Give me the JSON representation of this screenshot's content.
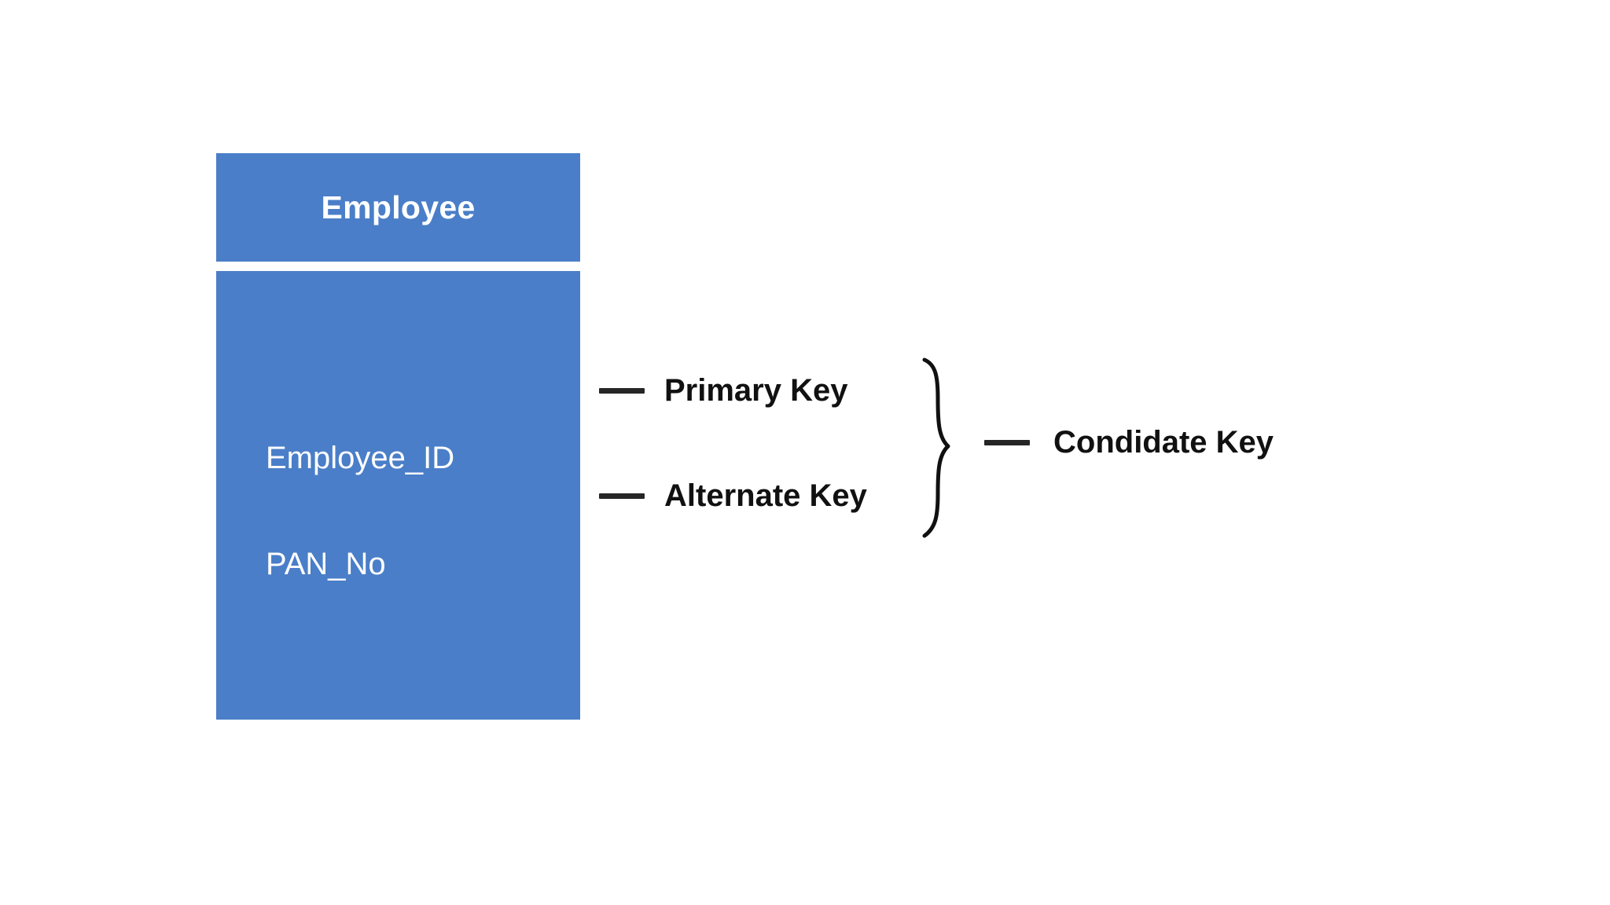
{
  "diagram": {
    "type": "database-key-diagram",
    "entity": {
      "name": "Employee",
      "attributes": [
        {
          "name": "Employee_ID"
        },
        {
          "name": "PAN_No"
        }
      ]
    },
    "annotations": [
      {
        "id": "primary",
        "label": "Primary Key",
        "connects_to": "Employee_ID"
      },
      {
        "id": "alternate",
        "label": "Alternate Key",
        "connects_to": "PAN_No"
      },
      {
        "id": "candidate",
        "label": "Condidate Key",
        "groups": [
          "primary",
          "alternate"
        ]
      }
    ],
    "grouping_brace": "right-curly-brace",
    "colors": {
      "entity_fill": "#4a7ec8",
      "entity_text": "#ffffff",
      "divider": "#ffffff",
      "annotation_text": "#111111",
      "connector": "#262626",
      "background": "#ffffff"
    }
  }
}
